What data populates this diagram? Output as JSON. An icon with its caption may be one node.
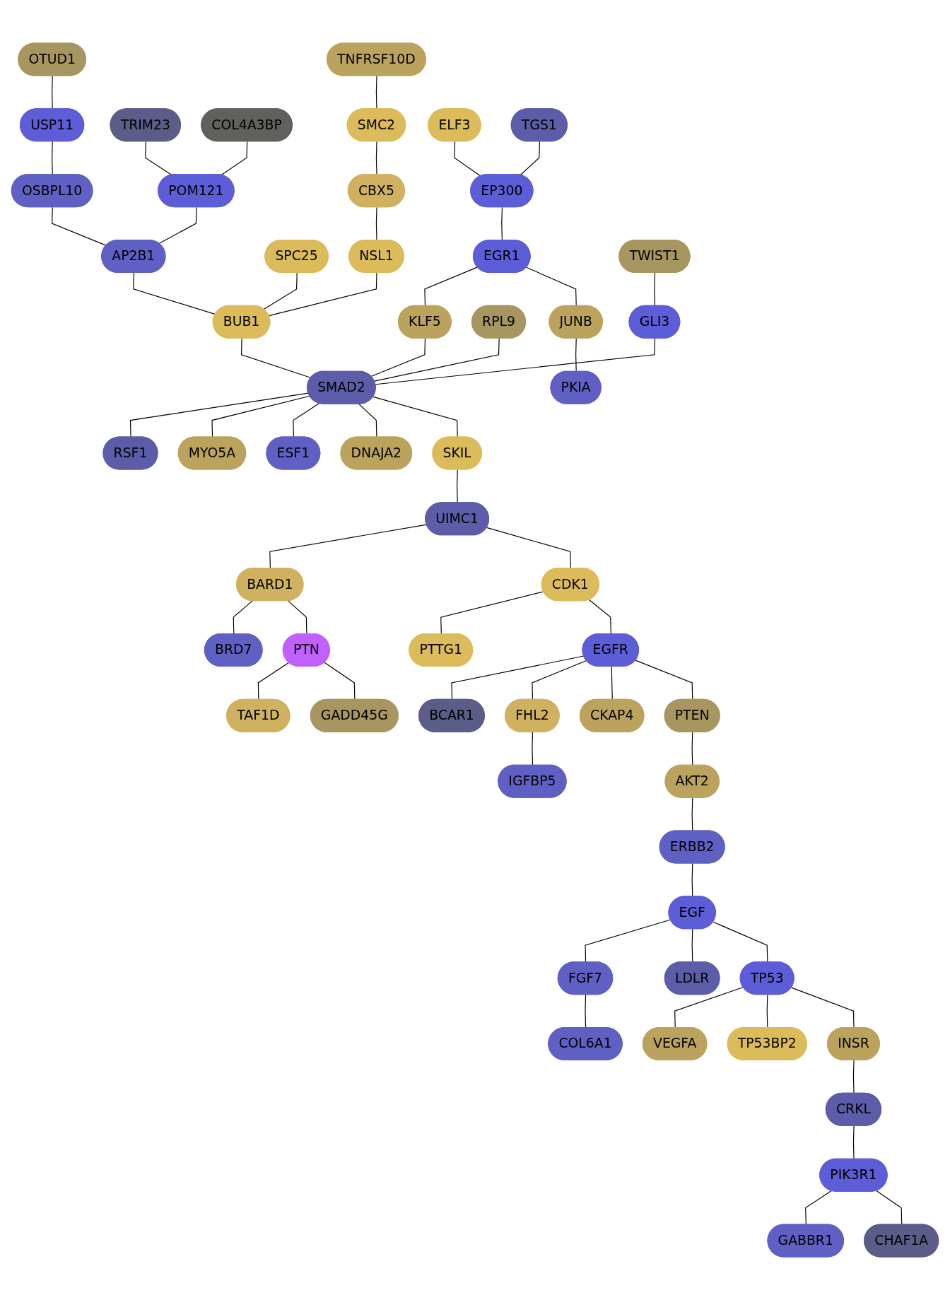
{
  "diagram": {
    "nodes": [
      {
        "text": [
          "OTUD1"
        ]
      },
      {
        "text": [
          "USP11"
        ]
      },
      {
        "text": [
          "OSBPL10"
        ]
      },
      {
        "text": [
          "TRIM23"
        ]
      },
      {
        "text": [
          "COL4A3BP"
        ]
      },
      {
        "text": [
          "POM121"
        ]
      },
      {
        "text": [
          "AP2B1"
        ]
      },
      {
        "text": [
          "TNFRSF10D"
        ]
      },
      {
        "text": [
          "SMC2"
        ]
      },
      {
        "text": [
          "CBX5"
        ]
      },
      {
        "text": [
          "SPC25"
        ]
      },
      {
        "text": [
          "NSL1"
        ]
      },
      {
        "text": [
          "BUB1"
        ]
      },
      {
        "text": [
          "ELF3"
        ]
      },
      {
        "text": [
          "TGS1"
        ]
      },
      {
        "text": [
          "EP300"
        ]
      },
      {
        "text": [
          "EGR1"
        ]
      },
      {
        "text": [
          "TWIST1"
        ]
      },
      {
        "text": [
          "GLI3"
        ]
      },
      {
        "text": [
          "RPL9"
        ]
      },
      {
        "text": [
          "KLF5"
        ]
      },
      {
        "text": [
          "SMAD2"
        ]
      },
      {
        "text": [
          "RSF1"
        ]
      },
      {
        "text": [
          "MYO5A"
        ]
      },
      {
        "text": [
          "ESF1"
        ]
      },
      {
        "text": [
          "DNAJA2"
        ]
      },
      {
        "text": [
          "JUNB"
        ]
      },
      {
        "text": [
          "PKIA"
        ]
      },
      {
        "text": [
          "SKIL"
        ]
      },
      {
        "text": [
          "UIMC1"
        ]
      },
      {
        "text": [
          "BRD7"
        ]
      },
      {
        "text": [
          "BARD1"
        ]
      },
      {
        "text": [
          "CDK1"
        ]
      },
      {
        "text": [
          "PTTG1"
        ]
      },
      {
        "text": [
          "BCAR1"
        ]
      },
      {
        "text": [
          "FHL2"
        ]
      },
      {
        "text": [
          "IGFBP5"
        ]
      },
      {
        "text": [
          "EGFR"
        ]
      },
      {
        "text": [
          "CKAP4"
        ]
      },
      {
        "text": [
          "PTN"
        ]
      },
      {
        "text": [
          "TAF1D"
        ]
      },
      {
        "text": [
          "GADD45G"
        ]
      },
      {
        "text": [
          "PTEN"
        ]
      },
      {
        "text": [
          "AKT2"
        ]
      },
      {
        "text": [
          "ERBB2"
        ]
      },
      {
        "text": [
          "EGF"
        ]
      },
      {
        "text": [
          "FGF7"
        ]
      },
      {
        "text": [
          "COL6A1"
        ]
      },
      {
        "text": [
          "LDLR"
        ]
      },
      {
        "text": [
          "TP53"
        ]
      },
      {
        "text": [
          "VEGFA"
        ]
      },
      {
        "text": [
          "TP53BP2"
        ]
      },
      {
        "text": [
          "INSR"
        ]
      },
      {
        "text": [
          "CRKL"
        ]
      },
      {
        "text": [
          "PIK3R1"
        ]
      },
      {
        "text": [
          "GABBR1"
        ]
      },
      {
        "text": [
          "CHAF1A"
        ]
      }
    ],
    "edges": [
      {
        "from": 0,
        "to": 1,
        "arrow": "none"
      },
      {
        "from": 1,
        "to": 2,
        "arrow": "none"
      },
      {
        "from": 2,
        "to": 6,
        "arrow": "none"
      },
      {
        "from": 3,
        "to": 5,
        "arrow": "none"
      },
      {
        "from": 4,
        "to": 5,
        "arrow": "none"
      },
      {
        "from": 5,
        "to": 6,
        "arrow": "none"
      },
      {
        "from": 6,
        "to": 12,
        "arrow": "none"
      },
      {
        "from": 7,
        "to": 8,
        "arrow": "none"
      },
      {
        "from": 8,
        "to": 9,
        "arrow": "none"
      },
      {
        "from": 9,
        "to": 11,
        "arrow": "none"
      },
      {
        "from": 10,
        "to": 12,
        "arrow": "none"
      },
      {
        "from": 11,
        "to": 12,
        "arrow": "none"
      },
      {
        "from": 12,
        "to": 21,
        "arrow": "none"
      },
      {
        "from": 13,
        "to": 15,
        "arrow": "none"
      },
      {
        "from": 14,
        "to": 15,
        "arrow": "none"
      },
      {
        "from": 15,
        "to": 16,
        "arrow": "none"
      },
      {
        "from": 16,
        "to": 20,
        "arrow": "none"
      },
      {
        "from": 16,
        "to": 26,
        "arrow": "none"
      },
      {
        "from": 26,
        "to": 27,
        "arrow": "none"
      },
      {
        "from": 20,
        "to": 21,
        "arrow": "none"
      },
      {
        "from": 17,
        "to": 18,
        "arrow": "none"
      },
      {
        "from": 18,
        "to": 21,
        "arrow": "none"
      },
      {
        "from": 19,
        "to": 21,
        "arrow": "none"
      },
      {
        "from": 21,
        "to": 22,
        "arrow": "none"
      },
      {
        "from": 21,
        "to": 23,
        "arrow": "none"
      },
      {
        "from": 21,
        "to": 24,
        "arrow": "none"
      },
      {
        "from": 21,
        "to": 25,
        "arrow": "none"
      },
      {
        "from": 21,
        "to": 28,
        "arrow": "none"
      },
      {
        "from": 28,
        "to": 29,
        "arrow": "none"
      },
      {
        "from": 29,
        "to": 31,
        "arrow": "none"
      },
      {
        "from": 29,
        "to": 32,
        "arrow": "none"
      },
      {
        "from": 31,
        "to": 30,
        "arrow": "none"
      },
      {
        "from": 31,
        "to": 39,
        "arrow": "none"
      },
      {
        "from": 39,
        "to": 40,
        "arrow": "none"
      },
      {
        "from": 39,
        "to": 41,
        "arrow": "none"
      },
      {
        "from": 32,
        "to": 33,
        "arrow": "none"
      },
      {
        "from": 32,
        "to": 37,
        "arrow": "none"
      },
      {
        "from": 37,
        "to": 34,
        "arrow": "none"
      },
      {
        "from": 37,
        "to": 35,
        "arrow": "none"
      },
      {
        "from": 35,
        "to": 36,
        "arrow": "none"
      },
      {
        "from": 37,
        "to": 38,
        "arrow": "none"
      },
      {
        "from": 37,
        "to": 42,
        "arrow": "none"
      },
      {
        "from": 42,
        "to": 43,
        "arrow": "none"
      },
      {
        "from": 43,
        "to": 44,
        "arrow": "none"
      },
      {
        "from": 44,
        "to": 45,
        "arrow": "none"
      },
      {
        "from": 45,
        "to": 46,
        "arrow": "none"
      },
      {
        "from": 46,
        "to": 47,
        "arrow": "none"
      },
      {
        "from": 45,
        "to": 48,
        "arrow": "none"
      },
      {
        "from": 45,
        "to": 49,
        "arrow": "none"
      },
      {
        "from": 49,
        "to": 50,
        "arrow": "none"
      },
      {
        "from": 49,
        "to": 51,
        "arrow": "none"
      },
      {
        "from": 49,
        "to": 52,
        "arrow": "none"
      },
      {
        "from": 52,
        "to": 53,
        "arrow": "none"
      },
      {
        "from": 53,
        "to": 54,
        "arrow": "none"
      },
      {
        "from": 54,
        "to": 55,
        "arrow": "none"
      },
      {
        "from": 54,
        "to": 56,
        "arrow": "none"
      }
    ]
  }
}
